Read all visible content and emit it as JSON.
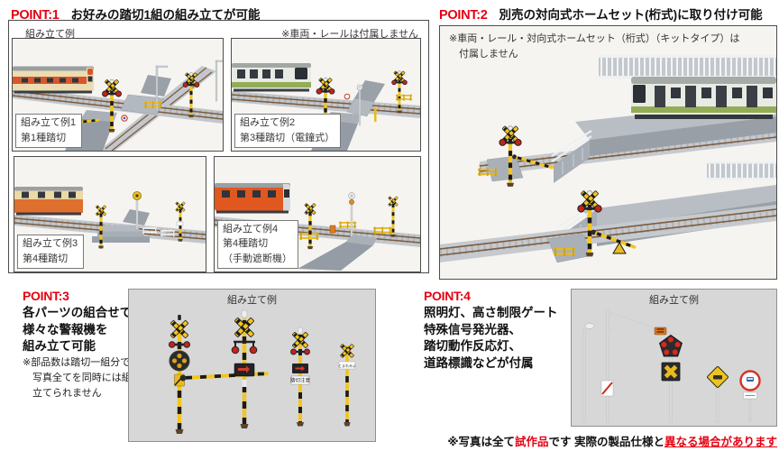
{
  "colors": {
    "accent_red": "#e60012"
  },
  "point1": {
    "heading_label": "POINT:1",
    "heading_title": "お好みの踏切1組の組み立てが可能",
    "box_label": "組み立て例",
    "box_note": "※車両・レールは付属しません",
    "photos": [
      {
        "caption_lines": [
          "組み立て例1",
          "第1種踏切"
        ]
      },
      {
        "caption_lines": [
          "組み立て例2",
          "第3種踏切（電鐘式）"
        ]
      },
      {
        "caption_lines": [
          "組み立て例3",
          "第4種踏切"
        ]
      },
      {
        "caption_lines": [
          "組み立て例4",
          "第4種踏切",
          "（手動遮断機）"
        ]
      }
    ]
  },
  "point2": {
    "heading_label": "POINT:2",
    "heading_title": "別売の対向式ホームセット(桁式)に取り付け可能",
    "photo_note_line1": "※車両・レール・対向式ホームセット（桁式）（キットタイプ）は",
    "photo_note_line2": "付属しません"
  },
  "point3": {
    "heading_label": "POINT:3",
    "title_line1": "各パーツの組合せで",
    "title_line2": "様々な警報機を",
    "title_line3": "組み立て可能",
    "note_line1": "※部品数は踏切一組分です",
    "note_line2": "写真全てを同時には組み",
    "note_line3": "立てられません",
    "box_label": "組み立て例",
    "sign_text_caution": "踏切注意",
    "sign_text_stop": "とまれみよ"
  },
  "point4": {
    "heading_label": "POINT:4",
    "title_line1": "照明灯、高さ制限ゲート",
    "title_line2": "特殊信号発光器、",
    "title_line3": "踏切動作反応灯、",
    "title_line4": "道路標識などが付属",
    "box_label": "組み立て例"
  },
  "footer": {
    "seg1": "※写真は全て",
    "seg2": "試作品",
    "seg3": "です 実際の製品仕様と",
    "seg4": "異なる場合があります"
  }
}
